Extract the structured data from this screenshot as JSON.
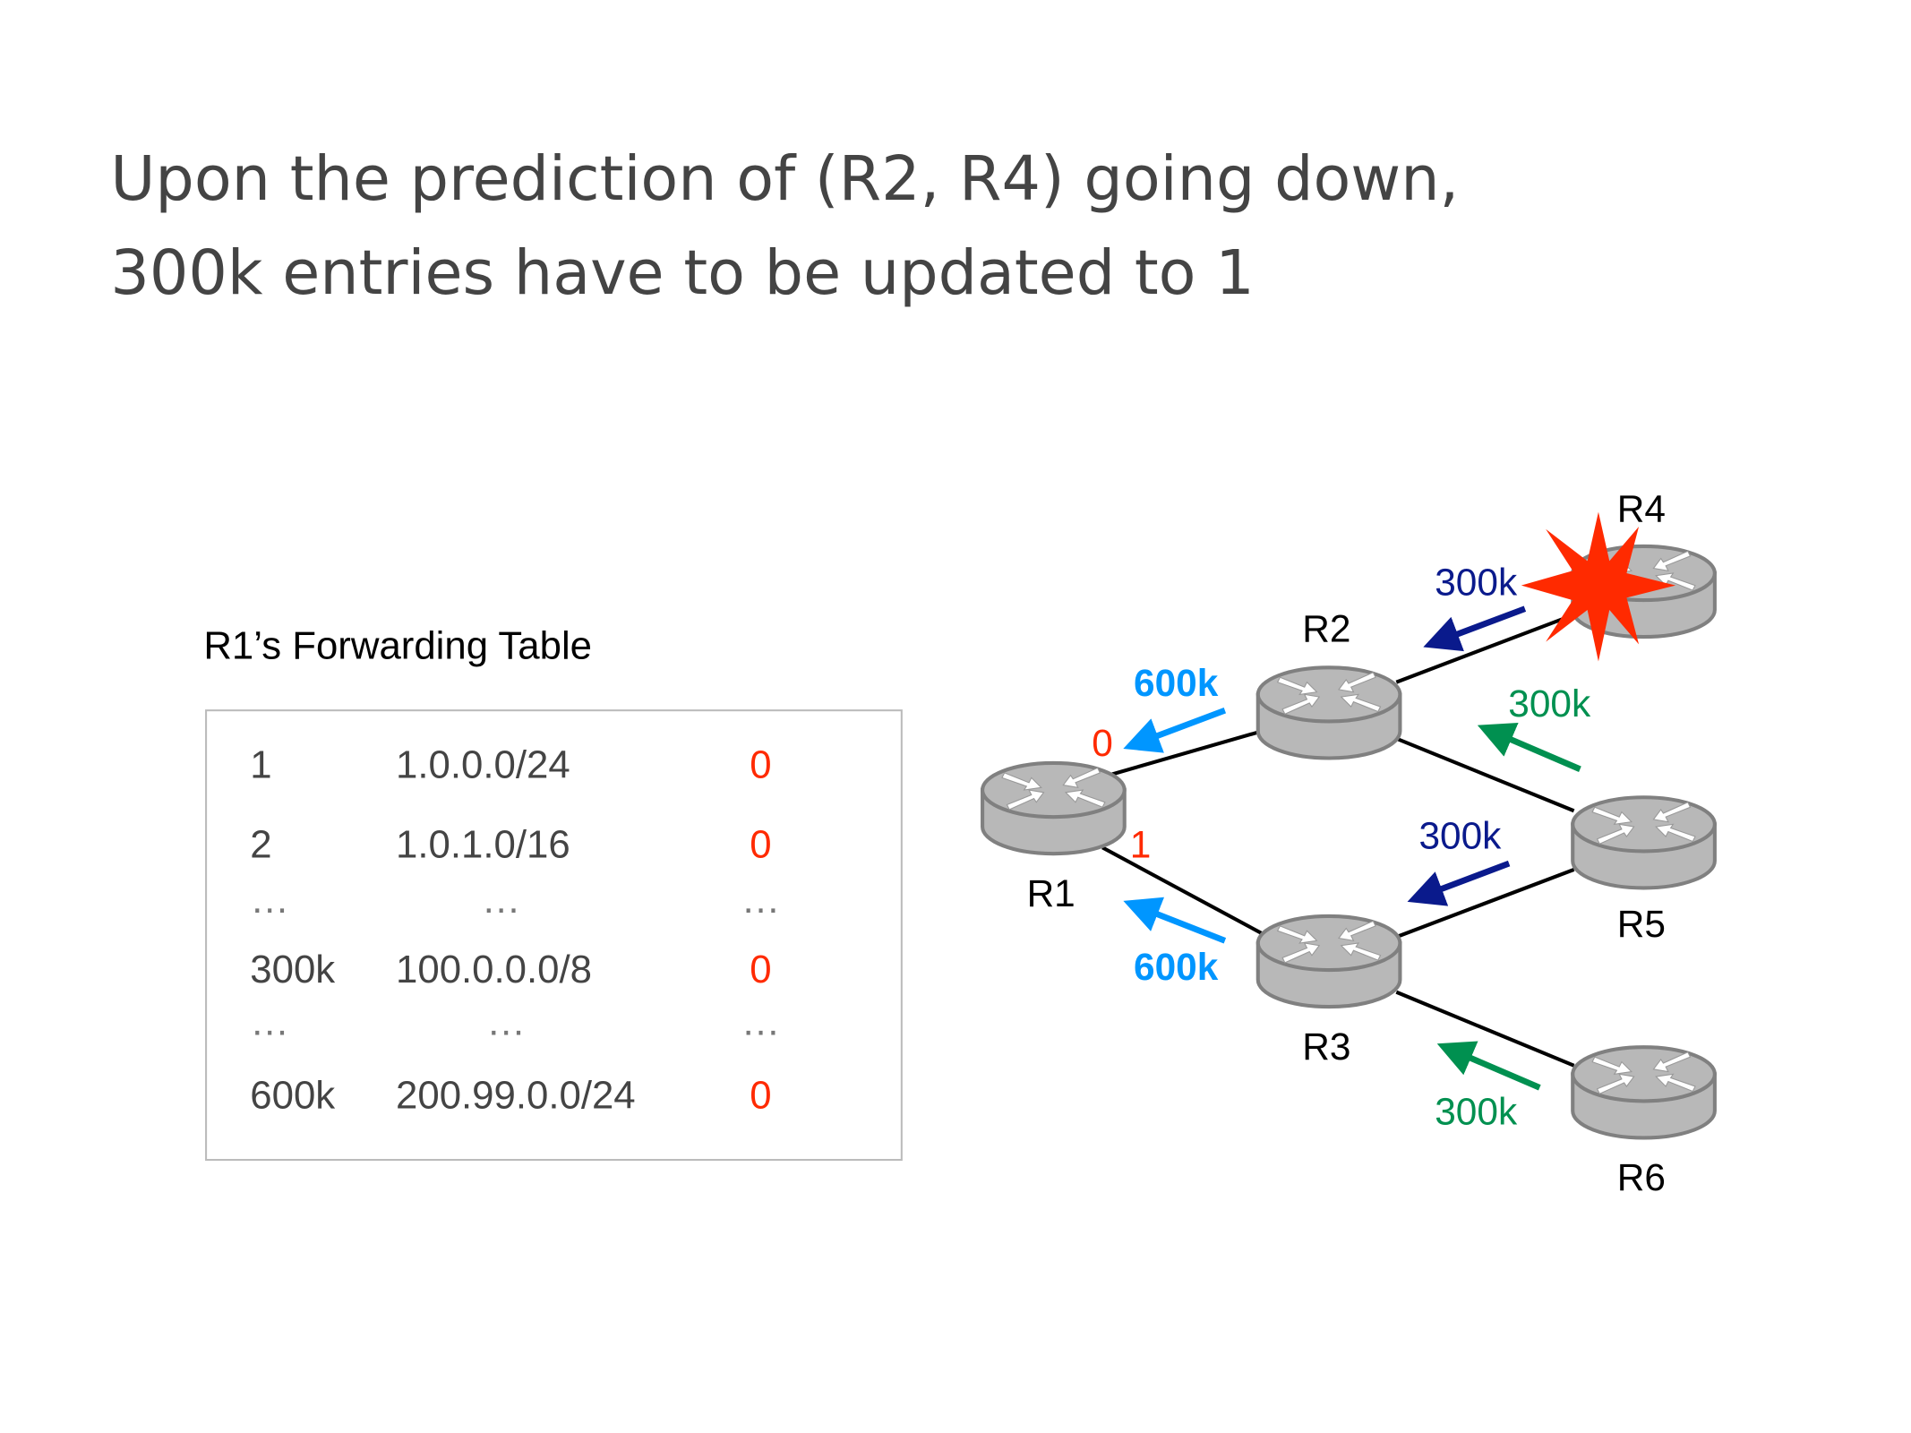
{
  "title": {
    "line1": "Upon the prediction of (R2, R4) going down,",
    "line2": "300k entries have to be updated to 1"
  },
  "table": {
    "caption": "R1’s Forwarding Table",
    "rows": [
      {
        "index": "1",
        "prefix": "1.0.0.0/24",
        "next_hop": "0"
      },
      {
        "index": "2",
        "prefix": "1.0.1.0/16",
        "next_hop": "0"
      },
      {
        "index": "…",
        "prefix": "…",
        "next_hop": "…"
      },
      {
        "index": "300k",
        "prefix": "100.0.0.0/8",
        "next_hop": "0"
      },
      {
        "index": "…",
        "prefix": "…",
        "next_hop": "…"
      },
      {
        "index": "600k",
        "prefix": "200.99.0.0/24",
        "next_hop": "0"
      }
    ]
  },
  "network": {
    "routers": [
      "R1",
      "R2",
      "R3",
      "R4",
      "R5",
      "R6"
    ],
    "port_labels": {
      "r1_to_r2": "0",
      "r1_to_r3": "1"
    },
    "flows": {
      "r4_to_r2": "300k",
      "r5_to_r2": "300k",
      "r2_to_r1": "600k",
      "r5_to_r3": "300k",
      "r6_to_r3": "300k",
      "r3_to_r1": "600k"
    },
    "failure_icon": "explosion-icon"
  },
  "colors": {
    "text": "#444444",
    "red": "#ff2a00",
    "navy": "#0a1a8c",
    "light_blue": "#0096ff",
    "green": "#009050",
    "router_gray": "#b8b8b8"
  }
}
